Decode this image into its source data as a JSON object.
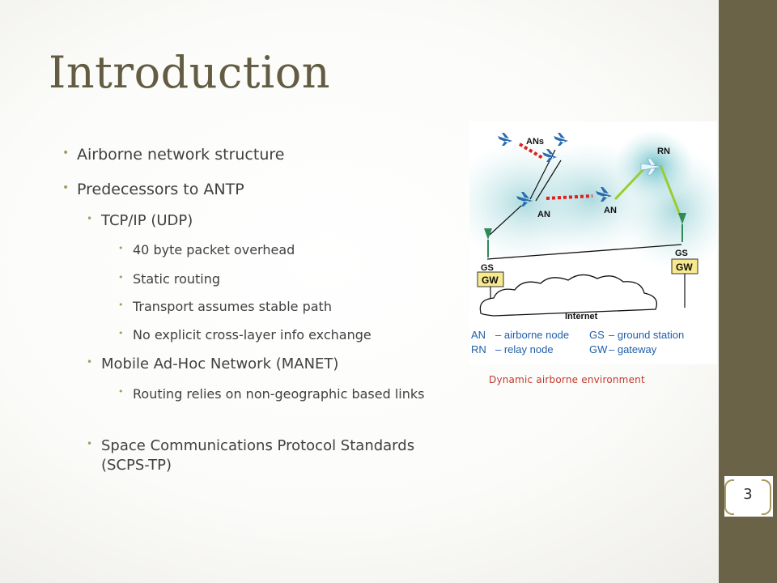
{
  "slide": {
    "title": "Introduction",
    "page_number": "3"
  },
  "bullets": [
    {
      "text": "Airborne network structure",
      "level": 1
    },
    {
      "text": "Predecessors to ANTP",
      "level": 1
    },
    {
      "text": "TCP/IP (UDP)",
      "level": 2
    },
    {
      "text": "40 byte packet overhead",
      "level": 3
    },
    {
      "text": "Static routing",
      "level": 3
    },
    {
      "text": "Transport assumes stable path",
      "level": 3
    },
    {
      "text": "No explicit cross-layer info exchange",
      "level": 3
    },
    {
      "text": "Mobile Ad-Hoc Network (MANET)",
      "level": 2
    },
    {
      "text": "Routing relies on non-geographic based links",
      "level": 3
    },
    {
      "text": "Space Communications Protocol Standards (SCPS-TP)",
      "level": 2
    }
  ],
  "diagram": {
    "labels": {
      "ans": "ANs",
      "rn": "RN",
      "an_left": "AN",
      "an_right": "AN",
      "gs_left": "GS",
      "gs_right": "GS",
      "gw_left": "GW",
      "gw_right": "GW",
      "internet": "Internet"
    },
    "legend": [
      {
        "abbr": "AN",
        "desc": "– airborne node"
      },
      {
        "abbr": "GS",
        "desc": "– ground station"
      },
      {
        "abbr": "RN",
        "desc": "– relay node"
      },
      {
        "abbr": "GW",
        "desc": "– gateway"
      }
    ],
    "caption": "Dynamic airborne environment"
  },
  "colors": {
    "title": "#635c43",
    "bullet_marker": "#a69b5e",
    "band": "#6b6348",
    "caption": "#c0392b",
    "legend_abbr": "#1f5ea8",
    "aircraft": "#2b6cb0",
    "link_red": "#e02020",
    "link_green": "#9acd32"
  }
}
